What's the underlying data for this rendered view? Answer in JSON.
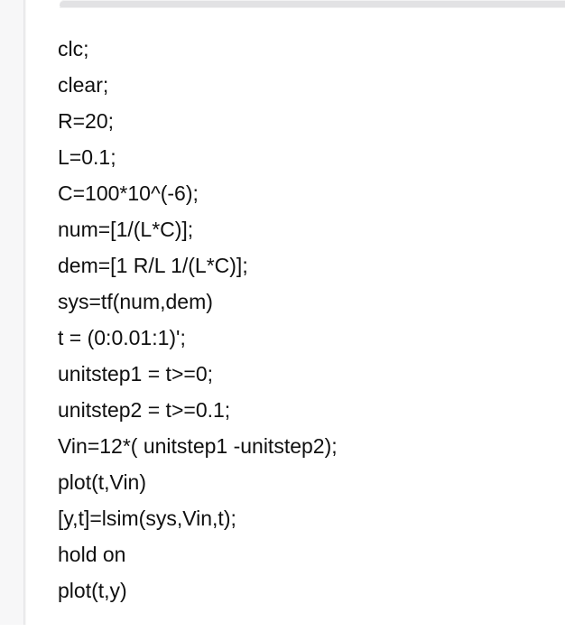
{
  "panel": {
    "background_color": "#ffffff",
    "gutter_color": "#f7f7f8",
    "divider_color": "#e3e3e5",
    "top_bar_color": "#e2e2e4"
  },
  "code": {
    "language": "matlab",
    "text_color": "#101010",
    "lines": [
      "clc;",
      "clear;",
      "R=20;",
      "L=0.1;",
      "C=100*10^(-6);",
      "num=[1/(L*C)];",
      "dem=[1 R/L 1/(L*C)];",
      "sys=tf(num,dem)",
      "t = (0:0.01:1)';",
      "unitstep1 = t>=0;",
      "unitstep2 = t>=0.1;",
      "Vin=12*( unitstep1 -unitstep2);",
      "plot(t,Vin)",
      "[y,t]=lsim(sys,Vin,t);",
      "hold on",
      "plot(t,y)"
    ]
  }
}
